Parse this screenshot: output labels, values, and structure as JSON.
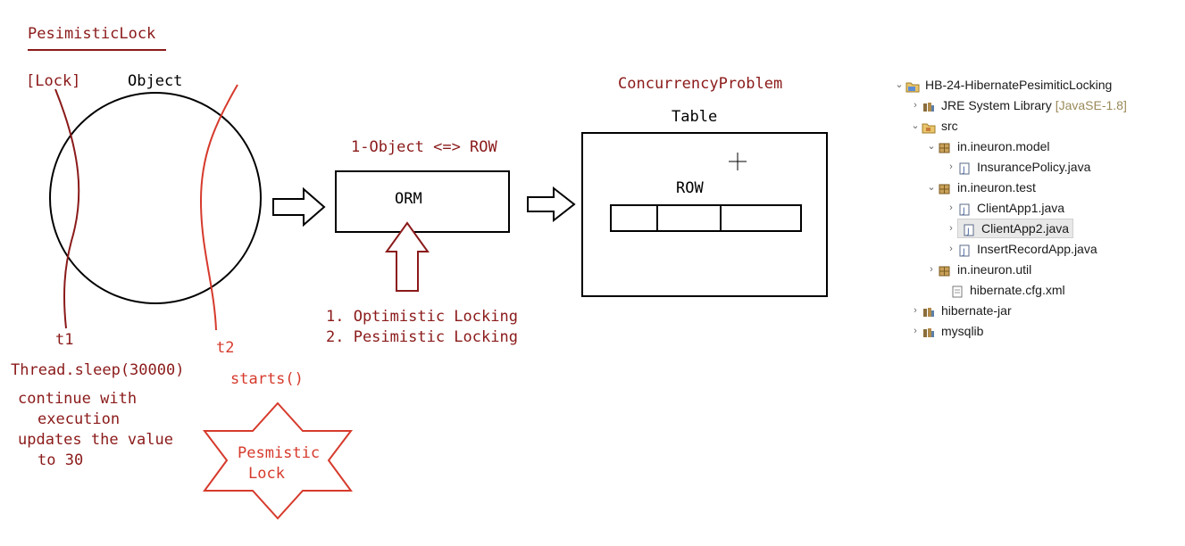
{
  "diagram": {
    "title": "PesimisticLock",
    "lock_label": "[Lock]",
    "object_label": "Object",
    "t1_label": "t1",
    "t2_label": "t2",
    "thread_sleep": "Thread.sleep(30000)",
    "continue_lines": [
      "continue with",
      "execution",
      "updates the value",
      "to 30"
    ],
    "starts_label": "starts()",
    "star_lines": [
      "Pesmistic",
      "Lock"
    ],
    "mapping_label": "1-Object <=> ROW",
    "orm_label": "ORM",
    "locking_lines": [
      "1. Optimistic Locking",
      "2. Pesimistic Locking"
    ],
    "concurrency_label": "ConcurrencyProblem",
    "table_label": "Table",
    "row_label": "ROW"
  },
  "tree": {
    "project": "HB-24-HibernatePesimiticLocking",
    "jre": "JRE System Library",
    "jre_version": "[JavaSE-1.8]",
    "src": "src",
    "pkg_model": "in.ineuron.model",
    "file_policy": "InsurancePolicy.java",
    "pkg_test": "in.ineuron.test",
    "file_client1": "ClientApp1.java",
    "file_client2": "ClientApp2.java",
    "file_insert": "InsertRecordApp.java",
    "pkg_util": "in.ineuron.util",
    "file_cfg": "hibernate.cfg.xml",
    "lib_hibernate": "hibernate-jar",
    "lib_mysql": "mysqlib"
  },
  "colors": {
    "dark_red": "#8b1a1a",
    "bright_red": "#d63a2c"
  }
}
